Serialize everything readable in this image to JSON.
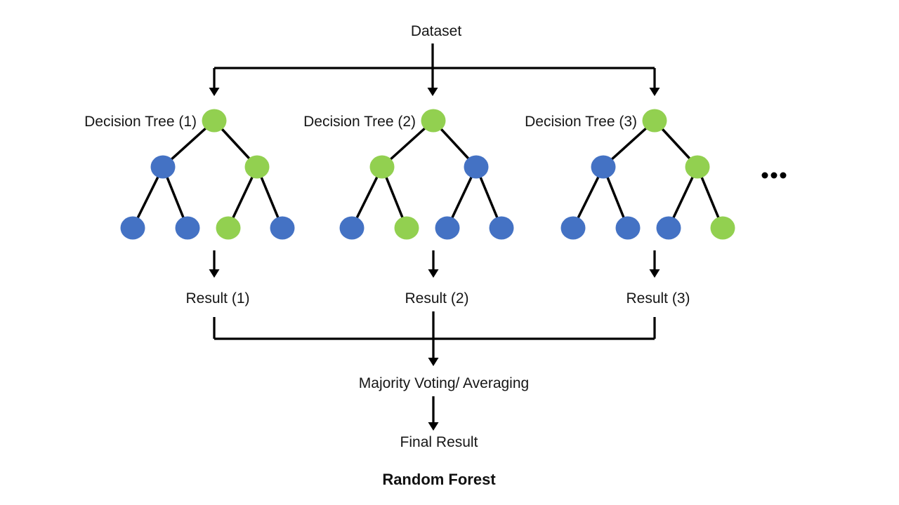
{
  "header": {
    "dataset_label": "Dataset"
  },
  "colors": {
    "green": "#92D050",
    "blue": "#4472C4",
    "line": "#000000",
    "text": "#161616",
    "background": "#FFFFFF"
  },
  "trees": [
    {
      "label": "Decision Tree (1)",
      "result_label": "Result (1)",
      "nodes": {
        "root": "green",
        "left_child": "blue",
        "right_child": "green",
        "leaves": [
          "blue",
          "blue",
          "green",
          "blue"
        ]
      }
    },
    {
      "label": "Decision Tree (2)",
      "result_label": "Result (2)",
      "nodes": {
        "root": "green",
        "left_child": "green",
        "right_child": "blue",
        "leaves": [
          "blue",
          "green",
          "blue",
          "blue"
        ]
      }
    },
    {
      "label": "Decision Tree (3)",
      "result_label": "Result (3)",
      "nodes": {
        "root": "green",
        "left_child": "blue",
        "right_child": "green",
        "leaves": [
          "blue",
          "blue",
          "blue",
          "green"
        ]
      }
    }
  ],
  "more_trees_ellipsis": "...",
  "aggregation": {
    "majority_label": "Majority Voting/ Averaging",
    "final_label": "Final Result"
  },
  "title": "Random Forest"
}
